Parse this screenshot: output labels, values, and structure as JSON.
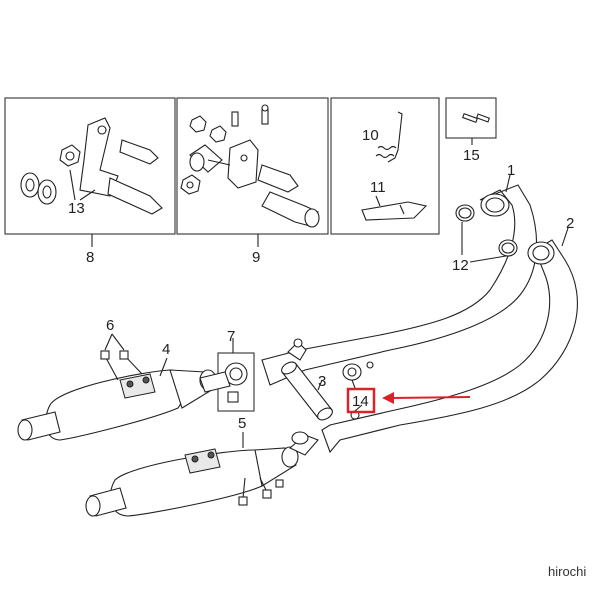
{
  "diagram": {
    "part_numbers": {
      "p1": "1",
      "p2": "2",
      "p3": "3",
      "p4": "4",
      "p5": "5",
      "p6": "6",
      "p7": "7",
      "p8": "8",
      "p9": "9",
      "p10": "10",
      "p11": "11",
      "p12": "12",
      "p13": "13",
      "p14": "14",
      "p15": "15"
    },
    "highlight": {
      "target_part": "14",
      "box_color": "#d9232a",
      "arrow_color": "#d9232a"
    },
    "watermark": "hirochi"
  }
}
